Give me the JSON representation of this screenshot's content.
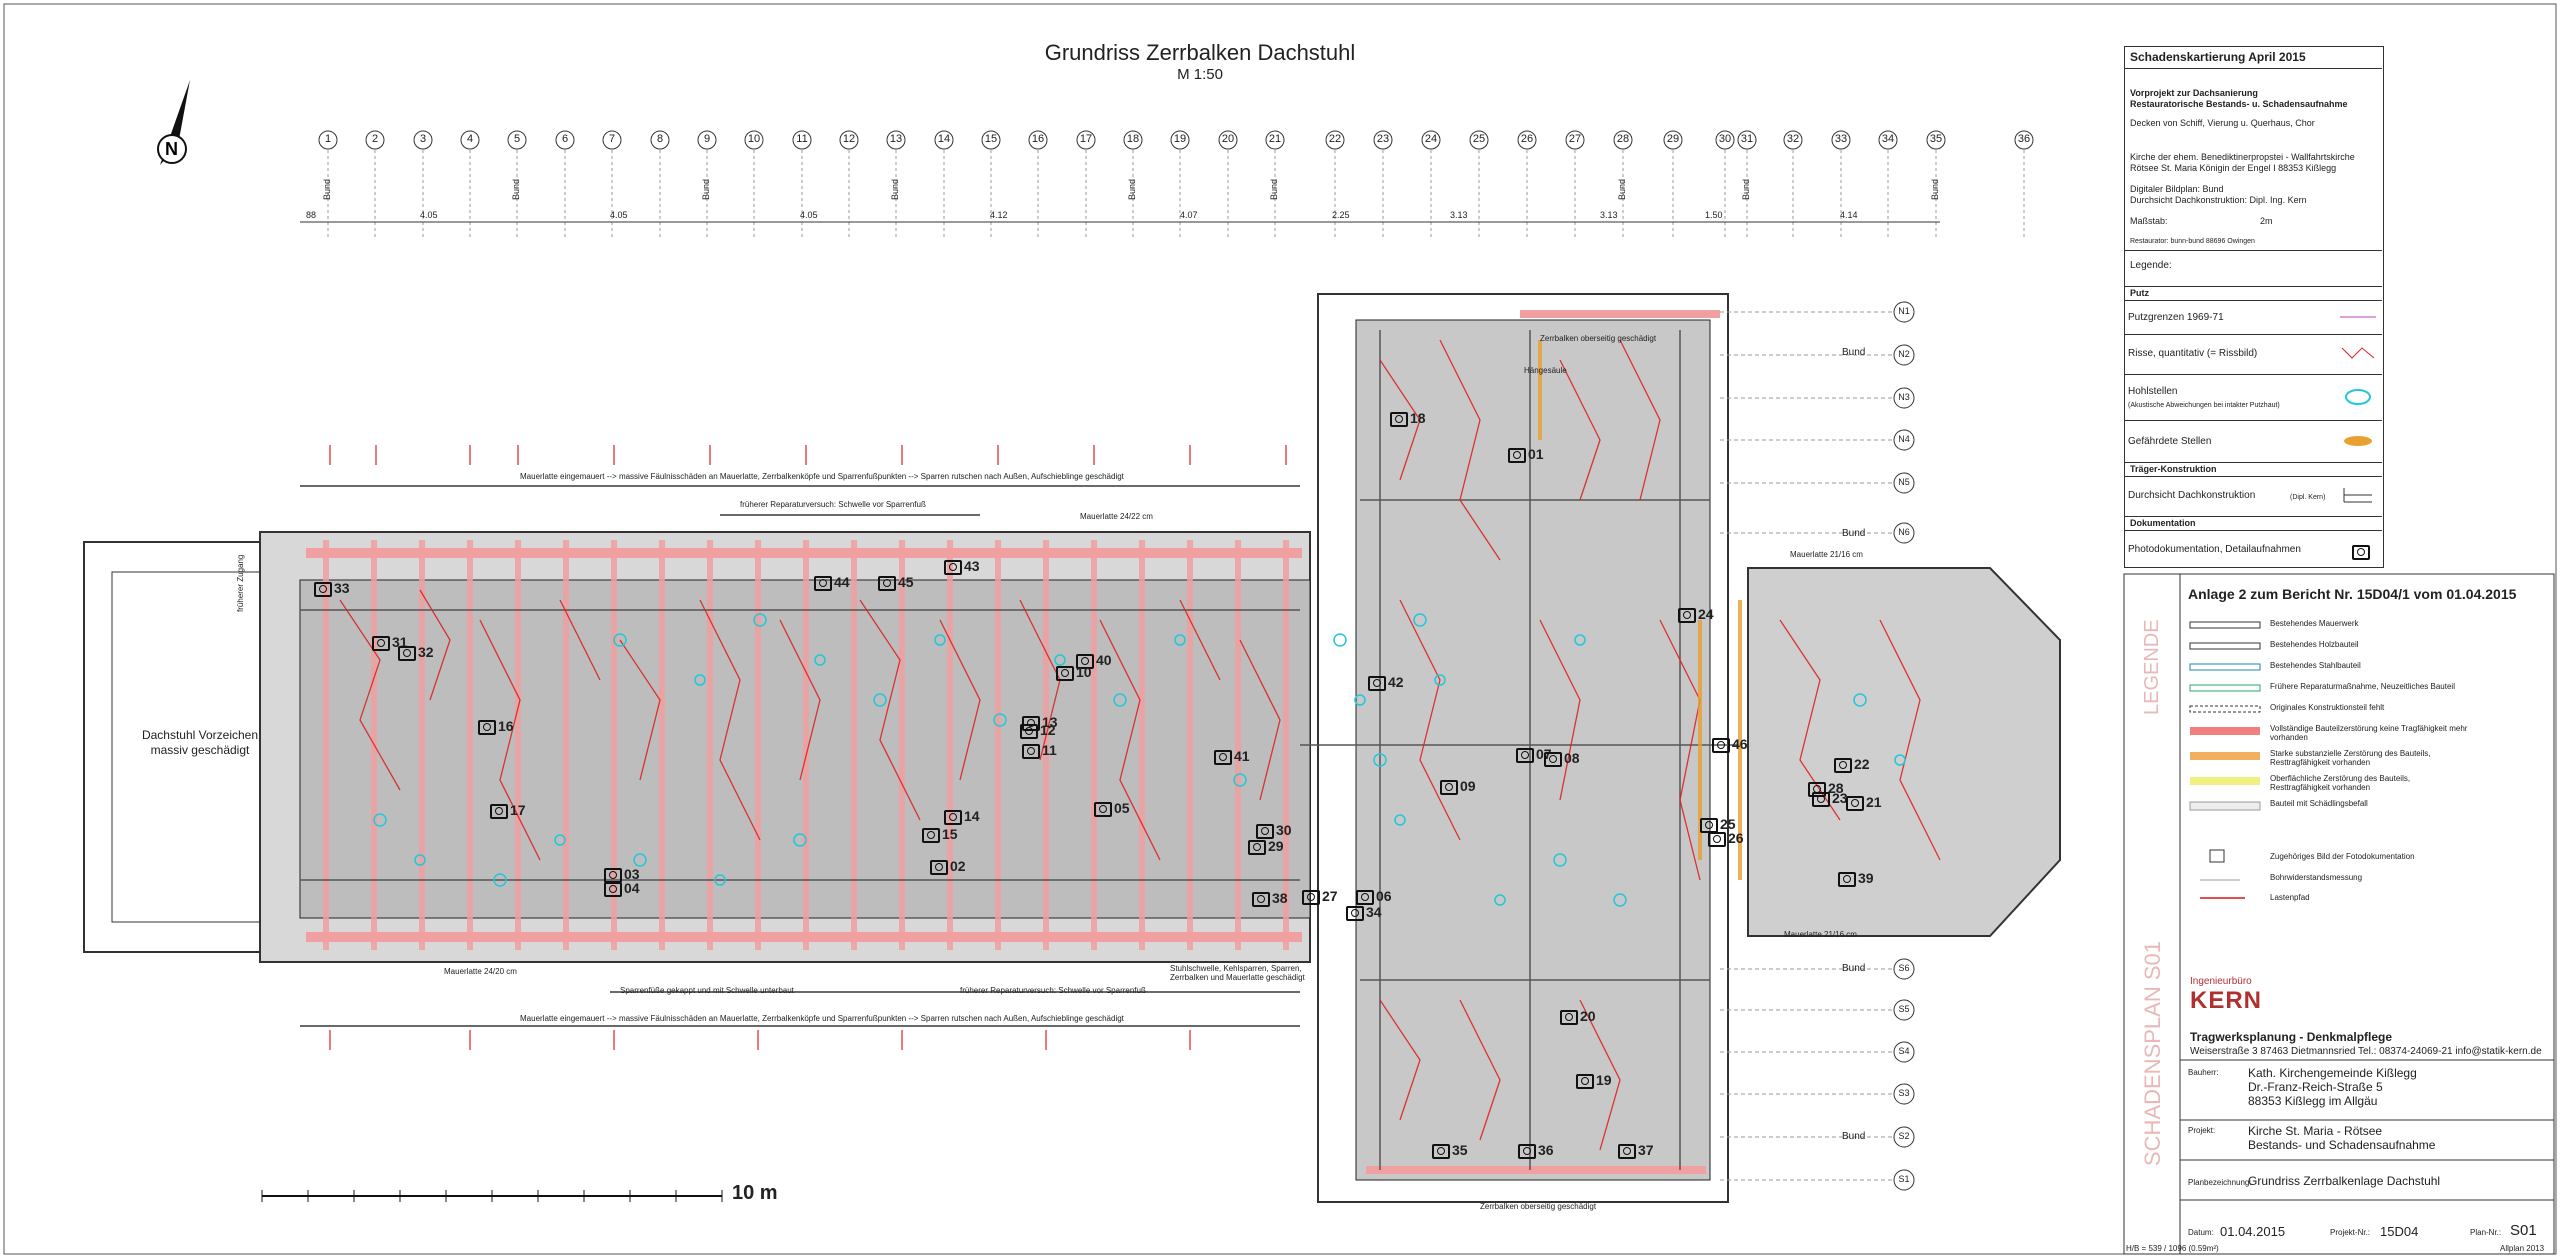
{
  "header": {
    "title": "Grundriss Zerrbalken Dachstuhl",
    "scale": "M 1:50",
    "north_label": "N"
  },
  "axis_numbers": [
    "1",
    "2",
    "3",
    "4",
    "5",
    "6",
    "7",
    "8",
    "9",
    "10",
    "11",
    "12",
    "13",
    "14",
    "15",
    "16",
    "17",
    "18",
    "19",
    "20",
    "21",
    "22",
    "23",
    "24",
    "25",
    "26",
    "27",
    "28",
    "29",
    "30",
    "31",
    "32",
    "33",
    "34",
    "35",
    "36"
  ],
  "bund_label": "Bund",
  "dimensions": [
    "88",
    "4.05",
    "4.05",
    "4.05",
    "4.12",
    "4.07",
    "2.25",
    "3.13",
    "3.13",
    "1.50",
    "4.14"
  ],
  "section_markers_north": [
    "N1",
    "N2",
    "N3",
    "N4",
    "N5",
    "N6"
  ],
  "section_markers_south": [
    "S6",
    "S5",
    "S4",
    "S3",
    "S2",
    "S1"
  ],
  "notes": {
    "mauerlatte_top": "Mauerlatte eingemauert --> massive Fäulnisschäden an Mauerlatte, Zerrbalkenköpfe und Sparrenfußpunkten --> Sparren rutschen nach Außen, Aufschieblinge geschädigt",
    "mauerlatte_bottom": "Mauerlatte eingemauert --> massive Fäulnisschäden an Mauerlatte, Zerrbalkenköpfe und Sparrenfußpunkten --> Sparren rutschen nach Außen, Aufschieblinge geschädigt",
    "repair_top": "früherer Reparaturversuch: Schwelle vor Sparrenfuß",
    "repair_bottom": "früherer Reparaturversuch: Schwelle vor Sparrenfuß",
    "sparrenfuesse": "Sparrenfüße gekappt und mit Schwelle unterbaut",
    "mauerlatte_24_22": "Mauerlatte 24/22 cm",
    "mauerlatte_24_20": "Mauerlatte 24/20 cm",
    "mauerlatte_21_16_top": "Mauerlatte 21/16 cm",
    "mauerlatte_21_16_bottom": "Mauerlatte 21/16 cm",
    "zerrbalken_top": "Zerrbalken oberseitig geschädigt",
    "zerrbalken_bottom": "Zerrbalken oberseitig geschädigt",
    "hangesaeule": "Hängesäule",
    "fuehrer": "früherer Zugang",
    "left_note_title": "Dachstuhl Vorzeichen",
    "left_note_sub": "massiv geschädigt",
    "stuhlschwelle_note": "Stuhlschwelle, Kehlsparren, Sparren, Zerrbalken und Mauerlatte geschädigt",
    "scale_bar": "10 m"
  },
  "photos": [
    "33",
    "31",
    "32",
    "16",
    "17",
    "03",
    "04",
    "44",
    "45",
    "43",
    "40",
    "10",
    "13",
    "12",
    "11",
    "14",
    "15",
    "05",
    "02",
    "41",
    "30",
    "29",
    "38",
    "27",
    "06",
    "34",
    "42",
    "18",
    "01",
    "09",
    "07",
    "08",
    "24",
    "46",
    "25",
    "26",
    "22",
    "28",
    "23",
    "21",
    "39",
    "20",
    "19",
    "35",
    "36",
    "37"
  ],
  "title_block": {
    "heading": "Schadenskartierung April 2015",
    "project_1": "Vorprojekt zur Dachsanierung",
    "project_2": "Restauratorische Bestands- u. Schadensaufnahme",
    "scope": "Decken von Schiff, Vierung u. Querhaus, Chor",
    "church_1": "Kirche der ehem. Benediktinerpropstei - Wallfahrtskirche",
    "church_2": "Rötsee St. Maria Königin der Engel  I  88353 Kißlegg",
    "source_1": "Digitaler Bildplan:  Bund",
    "source_2": "Durchsicht Dachkonstruktion:  Dipl. Ing. Kern",
    "massstab": "Maßstab:",
    "massstab_val": "2m",
    "restaurator": "Restaurator: bunn-bund  88696 Owingen",
    "legende": "Legende:",
    "sec_putz": "Putz",
    "putzgrenzen": "Putzgrenzen 1969-71",
    "risse": "Risse, quantitativ (= Rissbild)",
    "hohlstellen": "Hohlstellen",
    "hohlstellen_sub": "(Akustische Abweichungen bei intakter Putzhaut)",
    "gefaehrdet": "Gefährdete Stellen",
    "sec_traeger": "Träger-Konstruktion",
    "durchsicht": "Durchsicht Dachkonstruktion",
    "durchsicht_sub": "(Dipl. Kern)",
    "sec_doku": "Dokumentation",
    "photodoku": "Photodokumentation, Detailaufnahmen"
  },
  "lower_block": {
    "anlage": "Anlage 2 zum Bericht Nr. 15D04/1 vom 01.04.2015",
    "vertical_legende": "LEGENDE",
    "vertical_plan": "SCHADENSPLAN S01",
    "legend_items": [
      "Bestehendes Mauerwerk",
      "Bestehendes Holzbauteil",
      "Bestehendes Stahlbauteil",
      "Frühere Reparaturmaßnahme, Neuzeitliches Bauteil",
      "Originales Konstruktionsteil fehlt",
      "Vollständige Bauteilzerstörung keine Tragfähigkeit mehr vorhanden",
      "Starke substanzielle Zerstörung des Bauteils, Resttragfähigkeit vorhanden",
      "Oberflächliche Zerstörung des Bauteils, Resttragfähigkeit vorhanden",
      "Bauteil mit Schädlingsbefall",
      "Zugehöriges Bild der Fotodokumentation",
      "Bohrwiderstandsmessung",
      "Lastenpfad"
    ],
    "firm_small": "Ingenieurbüro",
    "firm_name": "KERN",
    "firm_desc": "Tragwerksplanung - Denkmalpflege",
    "firm_addr": "Weiserstraße 3  87463 Dietmannsried    Tel.: 08374-24069-21    info@statik-kern.de",
    "bauherr_label": "Bauherr:",
    "bauherr_1": "Kath. Kirchengemeinde Kißlegg",
    "bauherr_2": "Dr.-Franz-Reich-Straße 5",
    "bauherr_3": "88353 Kißlegg im Allgäu",
    "projekt_label": "Projekt:",
    "projekt_1": "Kirche St. Maria - Rötsee",
    "projekt_2": "Bestands- und Schadensaufnahme",
    "plan_label": "Planbezeichnung:",
    "plan_val": "Grundriss Zerrbalkenlage Dachstuhl",
    "datum_label": "Datum:",
    "datum_val": "01.04.2015",
    "projnr_label": "Projekt-Nr.:",
    "projnr_val": "15D04",
    "plannr_label": "Plan-Nr.:",
    "plannr_val": "S01",
    "footer_left": "H/B = 539 / 1096 (0.59m²)",
    "footer_right": "Allplan 2013"
  },
  "colors": {
    "damage_red": "#e02020",
    "hollow_cyan": "#20c8d8",
    "wall_pink": "#f0a0a0",
    "danger_orange": "#e8a030",
    "brand_red": "#b03030"
  }
}
